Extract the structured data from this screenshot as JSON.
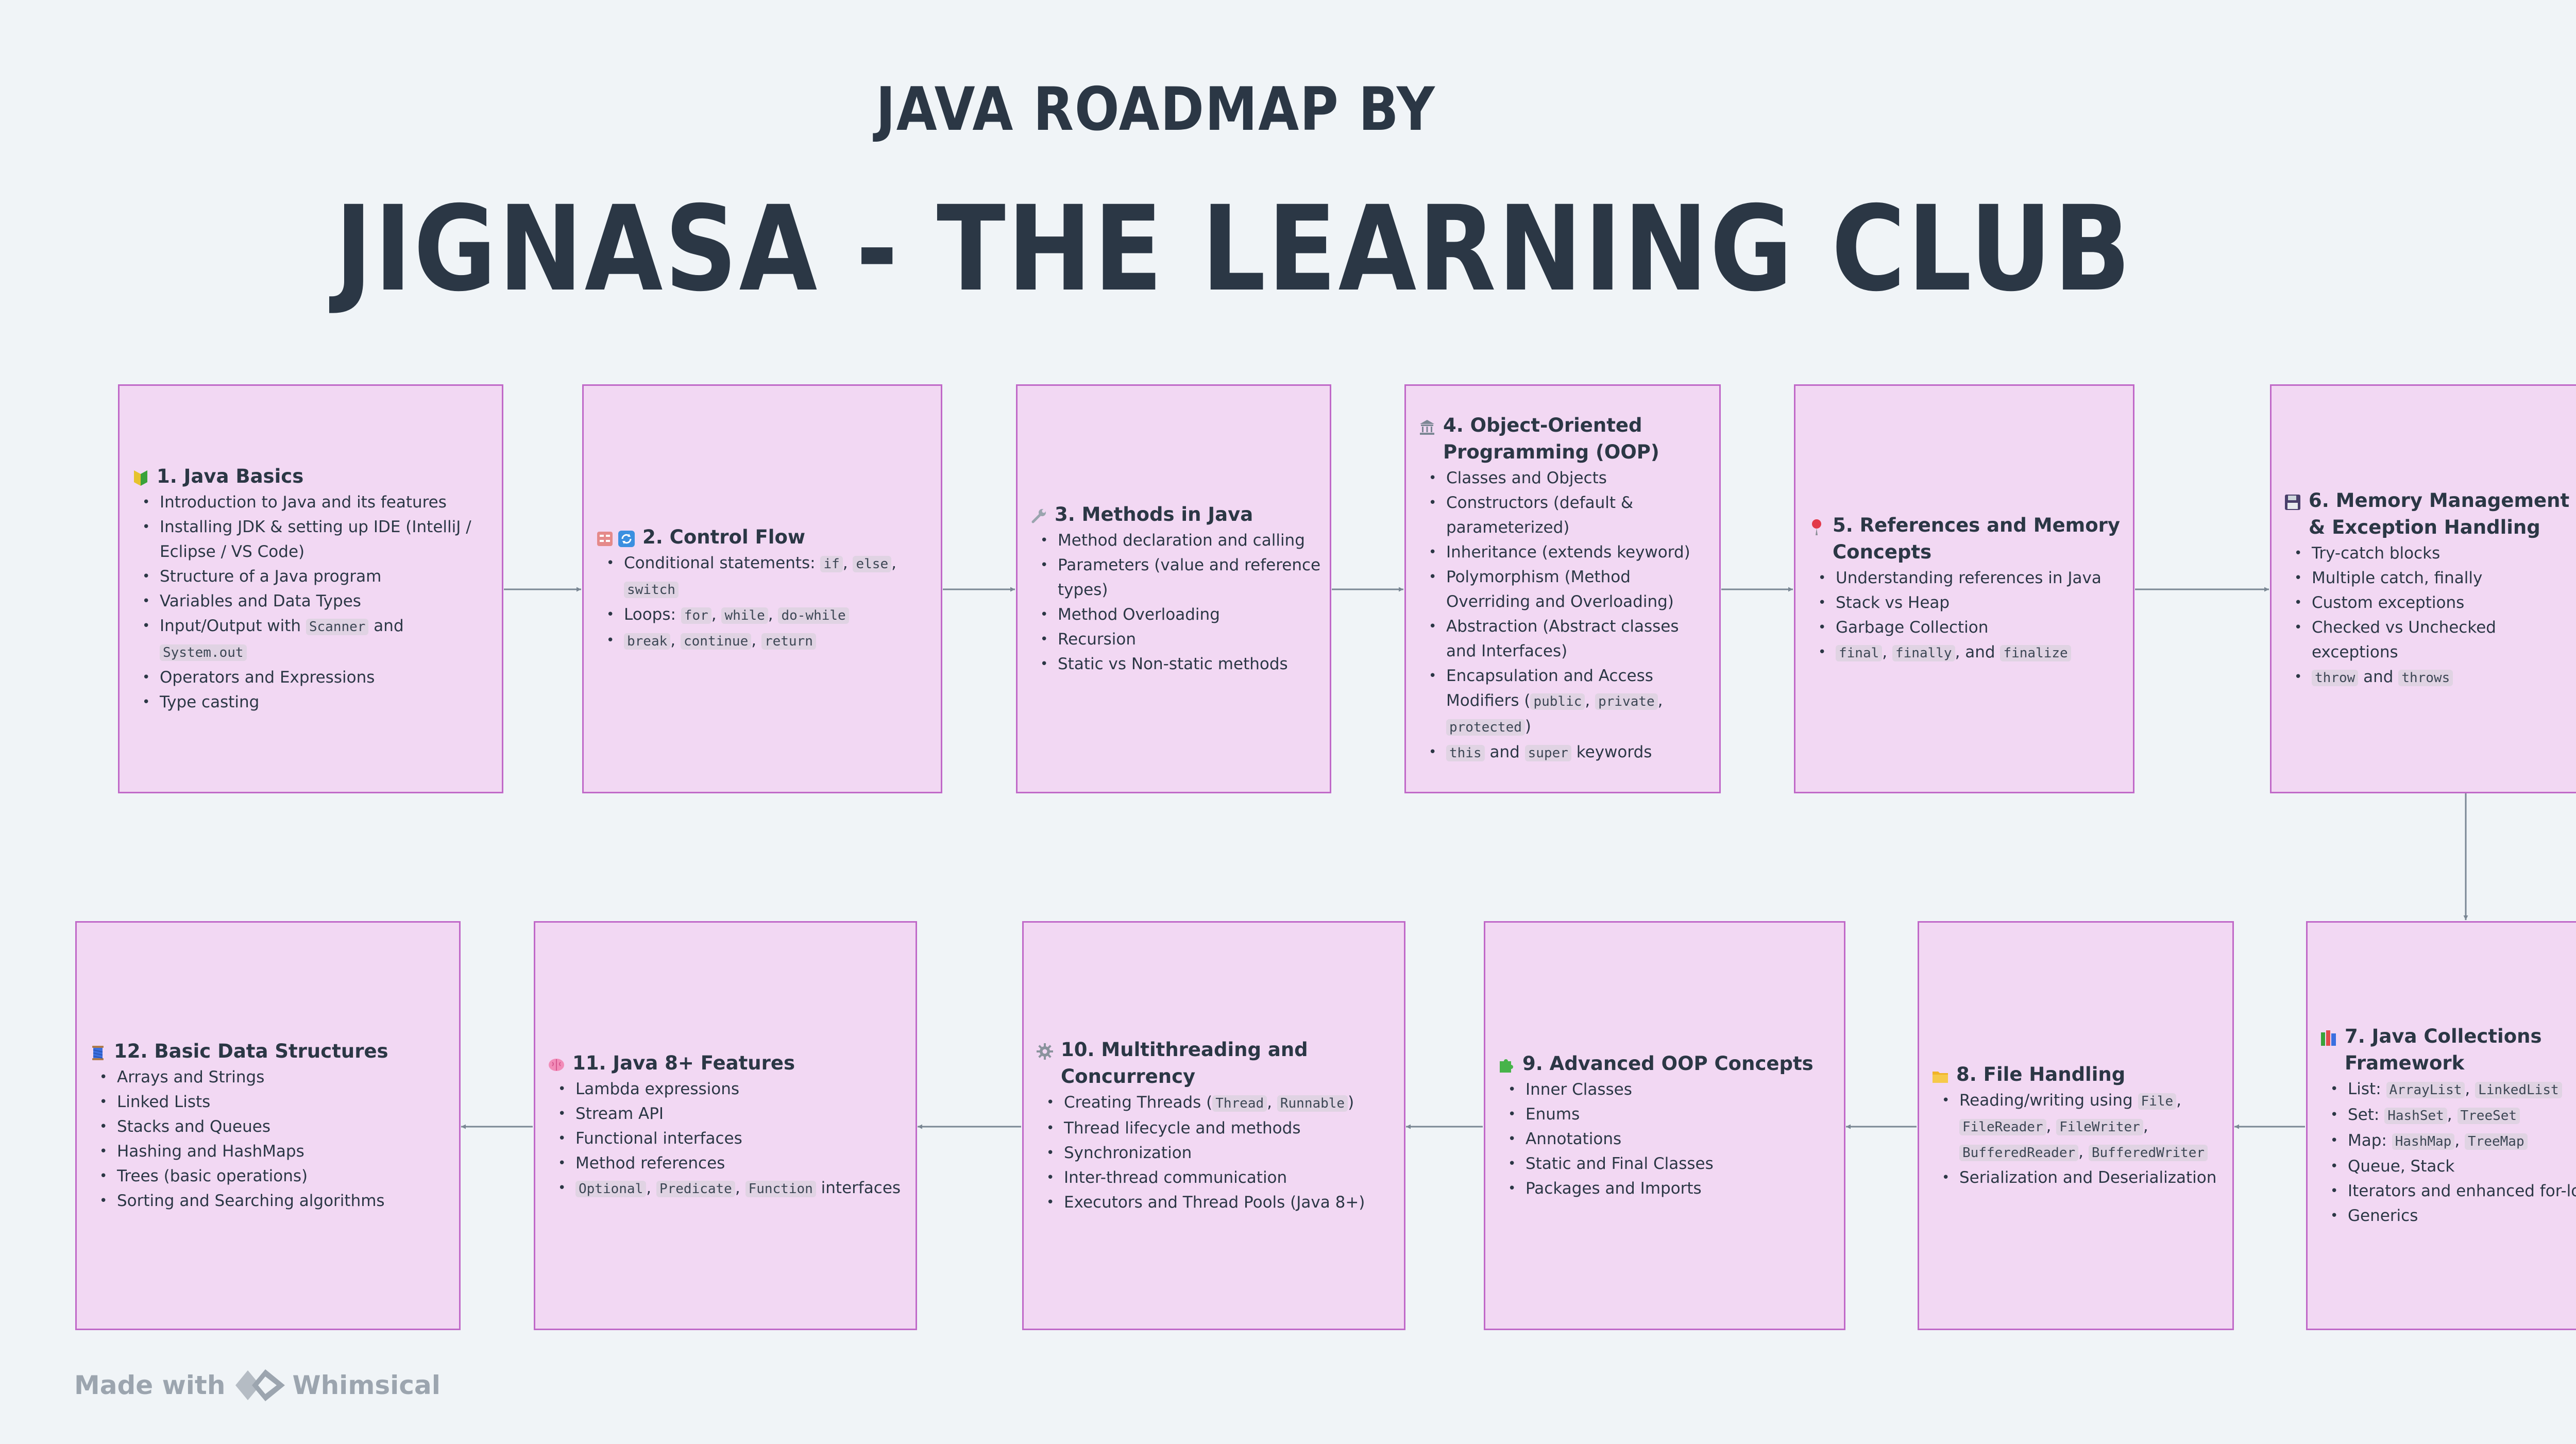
{
  "header": {
    "title_top": "JAVA ROADMAP BY",
    "title_main": "JIGNASA - THE LEARNING CLUB"
  },
  "footer": {
    "made_with": "Made with",
    "brand": "Whimsical"
  },
  "colors": {
    "background": "#f0f4f7",
    "card_fill": "#f2d8f3",
    "card_border": "#c069c8",
    "text": "#2b3745",
    "connector": "#7a8794"
  },
  "cards": [
    {
      "icon": "beginner-badge-icon",
      "title": "1. Java Basics",
      "items": [
        [
          "Introduction to Java and its features"
        ],
        [
          "Installing JDK & setting up IDE (IntelliJ / Eclipse / VS Code)"
        ],
        [
          "Structure of a Java program"
        ],
        [
          "Variables and Data Types"
        ],
        [
          "Input/Output with ",
          {
            "code": "Scanner"
          },
          " and ",
          {
            "code": "System.out"
          }
        ],
        [
          "Operators and Expressions"
        ],
        [
          "Type casting"
        ]
      ]
    },
    {
      "icon": "control-panel-icon",
      "icon2": "loop-arrows-icon",
      "title": "2. Control Flow",
      "items": [
        [
          "Conditional statements: ",
          {
            "code": "if"
          },
          ", ",
          {
            "code": "else"
          },
          ", ",
          {
            "code": "switch"
          }
        ],
        [
          "Loops: ",
          {
            "code": "for"
          },
          ", ",
          {
            "code": "while"
          },
          ", ",
          {
            "code": "do-while"
          }
        ],
        [
          {
            "code": "break"
          },
          ", ",
          {
            "code": "continue"
          },
          ", ",
          {
            "code": "return"
          }
        ]
      ]
    },
    {
      "icon": "wrench-icon",
      "title": "3. Methods in Java",
      "items": [
        [
          "Method declaration and calling"
        ],
        [
          "Parameters (value and reference types)"
        ],
        [
          "Method Overloading"
        ],
        [
          "Recursion"
        ],
        [
          "Static vs Non-static methods"
        ]
      ]
    },
    {
      "icon": "classical-building-icon",
      "title": "4. Object-Oriented Programming (OOP)",
      "items": [
        [
          "Classes and Objects"
        ],
        [
          "Constructors (default & parameterized)"
        ],
        [
          "Inheritance (extends keyword)"
        ],
        [
          "Polymorphism (Method Overriding and Overloading)"
        ],
        [
          "Abstraction (Abstract classes and Interfaces)"
        ],
        [
          "Encapsulation and Access Modifiers (",
          {
            "code": "public"
          },
          ", ",
          {
            "code": "private"
          },
          ", ",
          {
            "code": "protected"
          },
          ")"
        ],
        [
          {
            "code": "this"
          },
          " and ",
          {
            "code": "super"
          },
          " keywords"
        ]
      ]
    },
    {
      "icon": "pushpin-icon",
      "title": "5. References and Memory Concepts",
      "items": [
        [
          "Understanding references in Java"
        ],
        [
          "Stack vs Heap"
        ],
        [
          "Garbage Collection"
        ],
        [
          {
            "code": "final"
          },
          ", ",
          {
            "code": "finally"
          },
          ", and ",
          {
            "code": "finalize"
          }
        ]
      ]
    },
    {
      "icon": "floppy-disk-icon",
      "title": "6. Memory Management & Exception Handling",
      "items": [
        [
          "Try-catch blocks"
        ],
        [
          "Multiple catch, finally"
        ],
        [
          "Custom exceptions"
        ],
        [
          "Checked vs Unchecked exceptions"
        ],
        [
          {
            "code": "throw"
          },
          " and ",
          {
            "code": "throws"
          }
        ]
      ]
    },
    {
      "icon": "books-icon",
      "title": "7. Java Collections Framework",
      "items": [
        [
          "List: ",
          {
            "code": "ArrayList"
          },
          ", ",
          {
            "code": "LinkedList"
          }
        ],
        [
          "Set: ",
          {
            "code": "HashSet"
          },
          ", ",
          {
            "code": "TreeSet"
          }
        ],
        [
          "Map: ",
          {
            "code": "HashMap"
          },
          ", ",
          {
            "code": "TreeMap"
          }
        ],
        [
          "Queue, Stack"
        ],
        [
          "Iterators and enhanced for-loop"
        ],
        [
          "Generics"
        ]
      ]
    },
    {
      "icon": "folder-icon",
      "title": "8. File Handling",
      "items": [
        [
          "Reading/writing using ",
          {
            "code": "File"
          },
          ", ",
          {
            "code": "FileReader"
          },
          ", ",
          {
            "code": "FileWriter"
          },
          ", ",
          {
            "code": "BufferedReader"
          },
          ", ",
          {
            "code": "BufferedWriter"
          }
        ],
        [
          "Serialization and Deserialization"
        ]
      ]
    },
    {
      "icon": "puzzle-piece-icon",
      "title": "9. Advanced OOP Concepts",
      "items": [
        [
          "Inner Classes"
        ],
        [
          "Enums"
        ],
        [
          "Annotations"
        ],
        [
          "Static and Final Classes"
        ],
        [
          "Packages and Imports"
        ]
      ]
    },
    {
      "icon": "gear-icon",
      "title": "10. Multithreading and Concurrency",
      "items": [
        [
          "Creating Threads (",
          {
            "code": "Thread"
          },
          ", ",
          {
            "code": "Runnable"
          },
          ")"
        ],
        [
          "Thread lifecycle and methods"
        ],
        [
          "Synchronization"
        ],
        [
          "Inter-thread communication"
        ],
        [
          "Executors and Thread Pools (Java 8+)"
        ]
      ]
    },
    {
      "icon": "brain-icon",
      "title": "11. Java 8+ Features",
      "items": [
        [
          "Lambda expressions"
        ],
        [
          "Stream API"
        ],
        [
          "Functional interfaces"
        ],
        [
          "Method references"
        ],
        [
          {
            "code": "Optional"
          },
          ", ",
          {
            "code": "Predicate"
          },
          ", ",
          {
            "code": "Function"
          },
          " interfaces"
        ]
      ]
    },
    {
      "icon": "spool-of-thread-icon",
      "title": "12. Basic Data Structures",
      "items": [
        [
          "Arrays and Strings"
        ],
        [
          "Linked Lists"
        ],
        [
          "Stacks and Queues"
        ],
        [
          "Hashing and HashMaps"
        ],
        [
          "Trees (basic operations)"
        ],
        [
          "Sorting and Searching algorithms"
        ]
      ]
    }
  ]
}
